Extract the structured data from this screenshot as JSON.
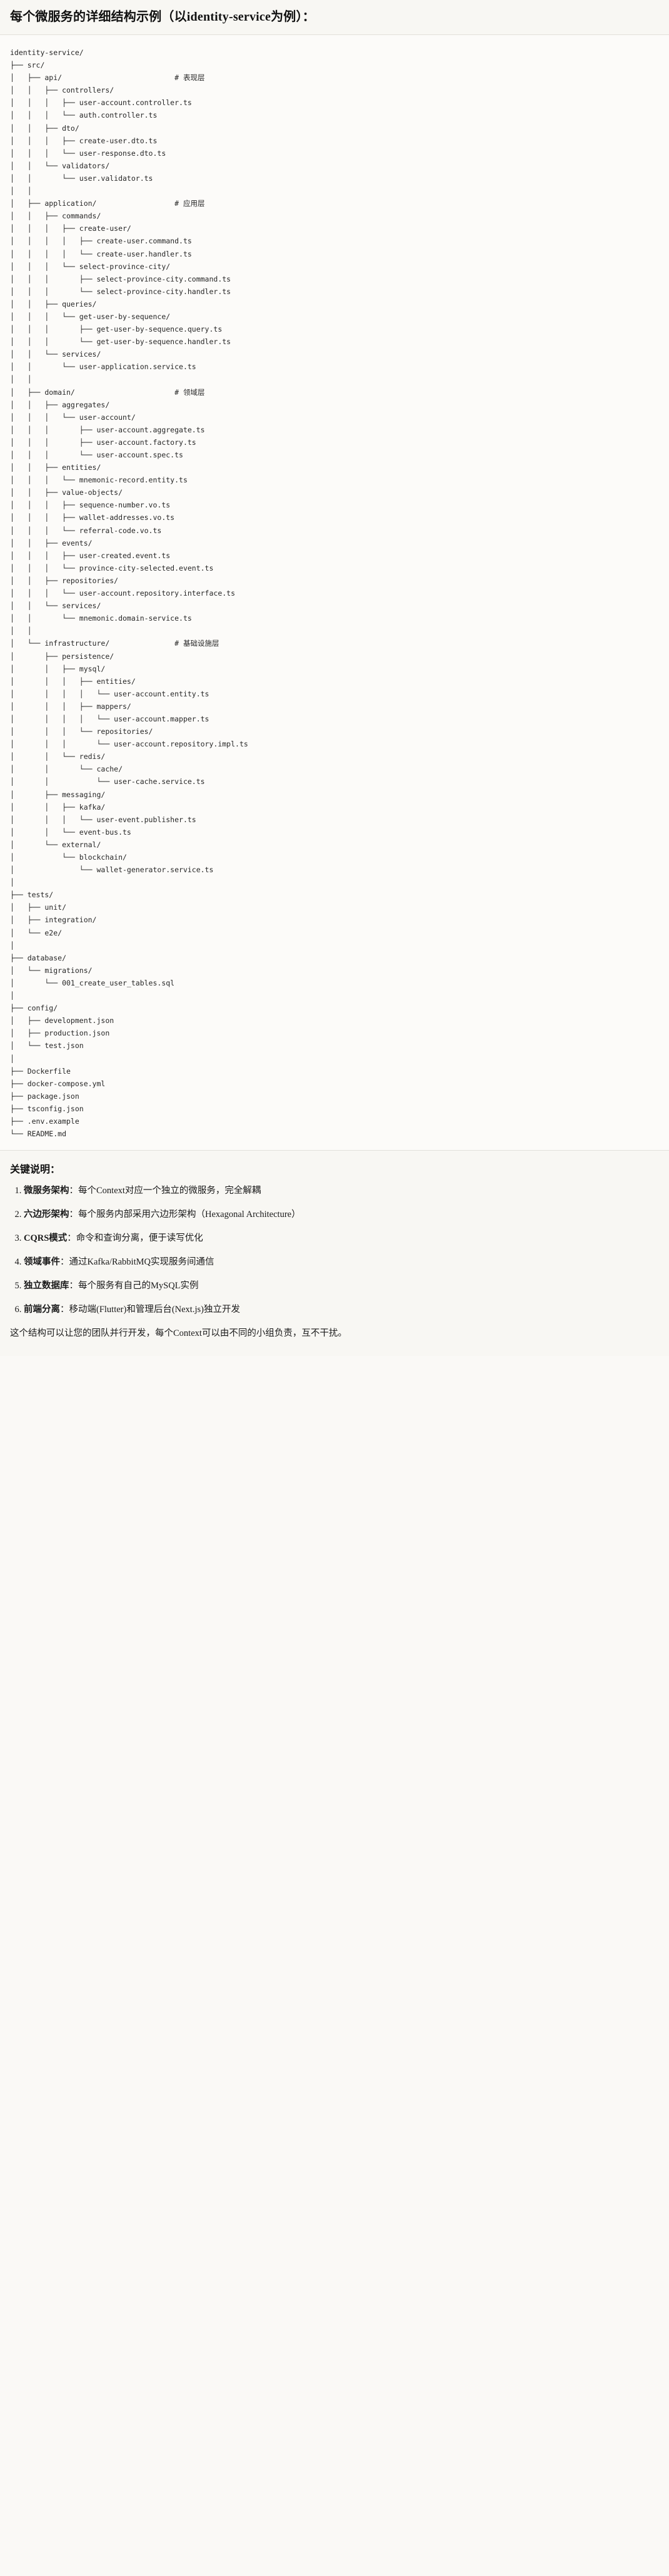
{
  "header": {
    "title": "每个微服务的详细结构示例（以identity-service为例）："
  },
  "tree": {
    "root": "identity-service/",
    "text": "identity-service/\n├── src/\n│   ├── api/                          # 表现层\n│   │   ├── controllers/\n│   │   │   ├── user-account.controller.ts\n│   │   │   └── auth.controller.ts\n│   │   ├── dto/\n│   │   │   ├── create-user.dto.ts\n│   │   │   └── user-response.dto.ts\n│   │   └── validators/\n│   │       └── user.validator.ts\n│   │\n│   ├── application/                  # 应用层\n│   │   ├── commands/\n│   │   │   ├── create-user/\n│   │   │   │   ├── create-user.command.ts\n│   │   │   │   └── create-user.handler.ts\n│   │   │   └── select-province-city/\n│   │   │       ├── select-province-city.command.ts\n│   │   │       └── select-province-city.handler.ts\n│   │   ├── queries/\n│   │   │   └── get-user-by-sequence/\n│   │   │       ├── get-user-by-sequence.query.ts\n│   │   │       └── get-user-by-sequence.handler.ts\n│   │   └── services/\n│   │       └── user-application.service.ts\n│   │\n│   ├── domain/                       # 领域层\n│   │   ├── aggregates/\n│   │   │   └── user-account/\n│   │   │       ├── user-account.aggregate.ts\n│   │   │       ├── user-account.factory.ts\n│   │   │       └── user-account.spec.ts\n│   │   ├── entities/\n│   │   │   └── mnemonic-record.entity.ts\n│   │   ├── value-objects/\n│   │   │   ├── sequence-number.vo.ts\n│   │   │   ├── wallet-addresses.vo.ts\n│   │   │   └── referral-code.vo.ts\n│   │   ├── events/\n│   │   │   ├── user-created.event.ts\n│   │   │   └── province-city-selected.event.ts\n│   │   ├── repositories/\n│   │   │   └── user-account.repository.interface.ts\n│   │   └── services/\n│   │       └── mnemonic.domain-service.ts\n│   │\n│   └── infrastructure/               # 基础设施层\n│       ├── persistence/\n│       │   ├── mysql/\n│       │   │   ├── entities/\n│       │   │   │   └── user-account.entity.ts\n│       │   │   ├── mappers/\n│       │   │   │   └── user-account.mapper.ts\n│       │   │   └── repositories/\n│       │   │       └── user-account.repository.impl.ts\n│       │   └── redis/\n│       │       └── cache/\n│       │           └── user-cache.service.ts\n│       ├── messaging/\n│       │   ├── kafka/\n│       │   │   └── user-event.publisher.ts\n│       │   └── event-bus.ts\n│       └── external/\n│           └── blockchain/\n│               └── wallet-generator.service.ts\n│\n├── tests/\n│   ├── unit/\n│   ├── integration/\n│   └── e2e/\n│\n├── database/\n│   └── migrations/\n│       └── 001_create_user_tables.sql\n│\n├── config/\n│   ├── development.json\n│   ├── production.json\n│   └── test.json\n│\n├── Dockerfile\n├── docker-compose.yml\n├── package.json\n├── tsconfig.json\n├── .env.example\n└── README.md",
    "layer_comments": [
      "# 表现层",
      "# 应用层",
      "# 领域层",
      "# 基础设施层"
    ]
  },
  "notes": {
    "title": "关键说明：",
    "items": [
      {
        "term": "微服务架构",
        "sep": "：",
        "body": "每个Context对应一个独立的微服务，完全解耦"
      },
      {
        "term": "六边形架构",
        "sep": "：",
        "body": "每个服务内部采用六边形架构（Hexagonal Architecture）"
      },
      {
        "term": "CQRS模式",
        "sep": "：",
        "body": "命令和查询分离，便于读写优化"
      },
      {
        "term": "领域事件",
        "sep": "：",
        "body": "通过Kafka/RabbitMQ实现服务间通信"
      },
      {
        "term": "独立数据库",
        "sep": "：",
        "body": "每个服务有自己的MySQL实例"
      },
      {
        "term": "前端分离",
        "sep": "：",
        "body": "移动端(Flutter)和管理后台(Next.js)独立开发"
      }
    ],
    "footer": "这个结构可以让您的团队并行开发，每个Context可以由不同的小组负责，互不干扰。"
  }
}
